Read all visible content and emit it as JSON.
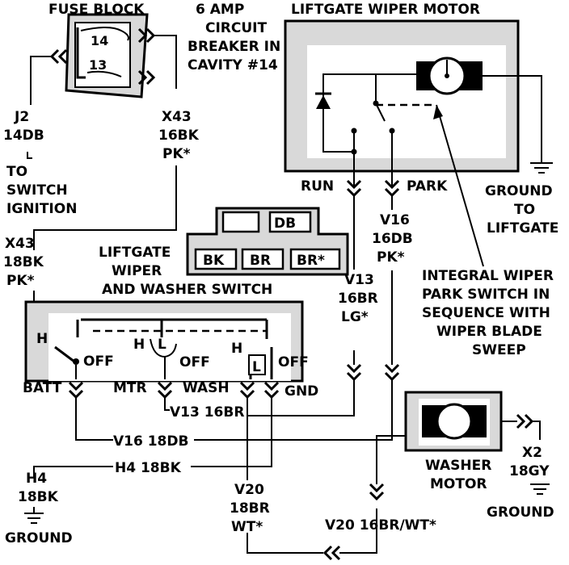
{
  "fuse_block": {
    "title": "FUSE BLOCK",
    "cavity_14": "14",
    "cavity_13": "13",
    "breaker_note": [
      "6 AMP",
      "CIRCUIT",
      "BREAKER IN",
      "CAVITY #14"
    ]
  },
  "wires": {
    "j2_14db": [
      "J2",
      "14DB"
    ],
    "to_switch_ignition": [
      "TO",
      "SWITCH",
      "IGNITION"
    ],
    "x43_16bk_top": [
      "X43",
      "16BK",
      "PK*"
    ],
    "x43_18bk": [
      "X43",
      "18BK",
      "PK*"
    ],
    "v13_16br_lg": [
      "V13",
      "16BR",
      "LG*"
    ],
    "v16_16db_pk": [
      "V16",
      "16DB",
      "PK*"
    ],
    "v13_16br_run": "V13 16BR",
    "v16_18db": "V16  18DB",
    "h4_18bk_run": "H4  18BK",
    "h4_18bk_ground": [
      "H4",
      "18BK"
    ],
    "v20_18br_wt": [
      "V20",
      "18BR",
      "WT*"
    ],
    "v20_16br_wt": "V20 16BR/WT*",
    "x2_18gy": [
      "X2",
      "18GY"
    ]
  },
  "liftgate_motor": {
    "title": "LIFTGATE WIPER MOTOR",
    "run": "RUN",
    "park": "PARK",
    "ground_to_liftgate": [
      "GROUND",
      "TO",
      "LIFTGATE"
    ],
    "park_switch_note": [
      "INTEGRAL WIPER",
      "PARK SWITCH IN",
      "SEQUENCE WITH",
      "WIPER BLADE",
      "SWEEP"
    ]
  },
  "switch_connector": {
    "cavities": [
      "",
      "DB",
      "BK",
      "BR",
      "BR*"
    ]
  },
  "switch": {
    "title": [
      "LIFTGATE",
      "WIPER",
      "AND WASHER SWITCH"
    ],
    "h_left": "H",
    "off_left": "OFF",
    "h_mid": "H",
    "l_mid": "L",
    "off_mid": "OFF",
    "h_right": "H",
    "l_right": "L",
    "off_right": "OFF",
    "term_batt": "BATT",
    "term_mtr": "MTR",
    "term_wash": "WASH",
    "term_gnd": "GND"
  },
  "grounds": {
    "ground_left": "GROUND",
    "ground_right": "GROUND"
  },
  "washer_motor": {
    "title": [
      "WASHER",
      "MOTOR"
    ]
  }
}
